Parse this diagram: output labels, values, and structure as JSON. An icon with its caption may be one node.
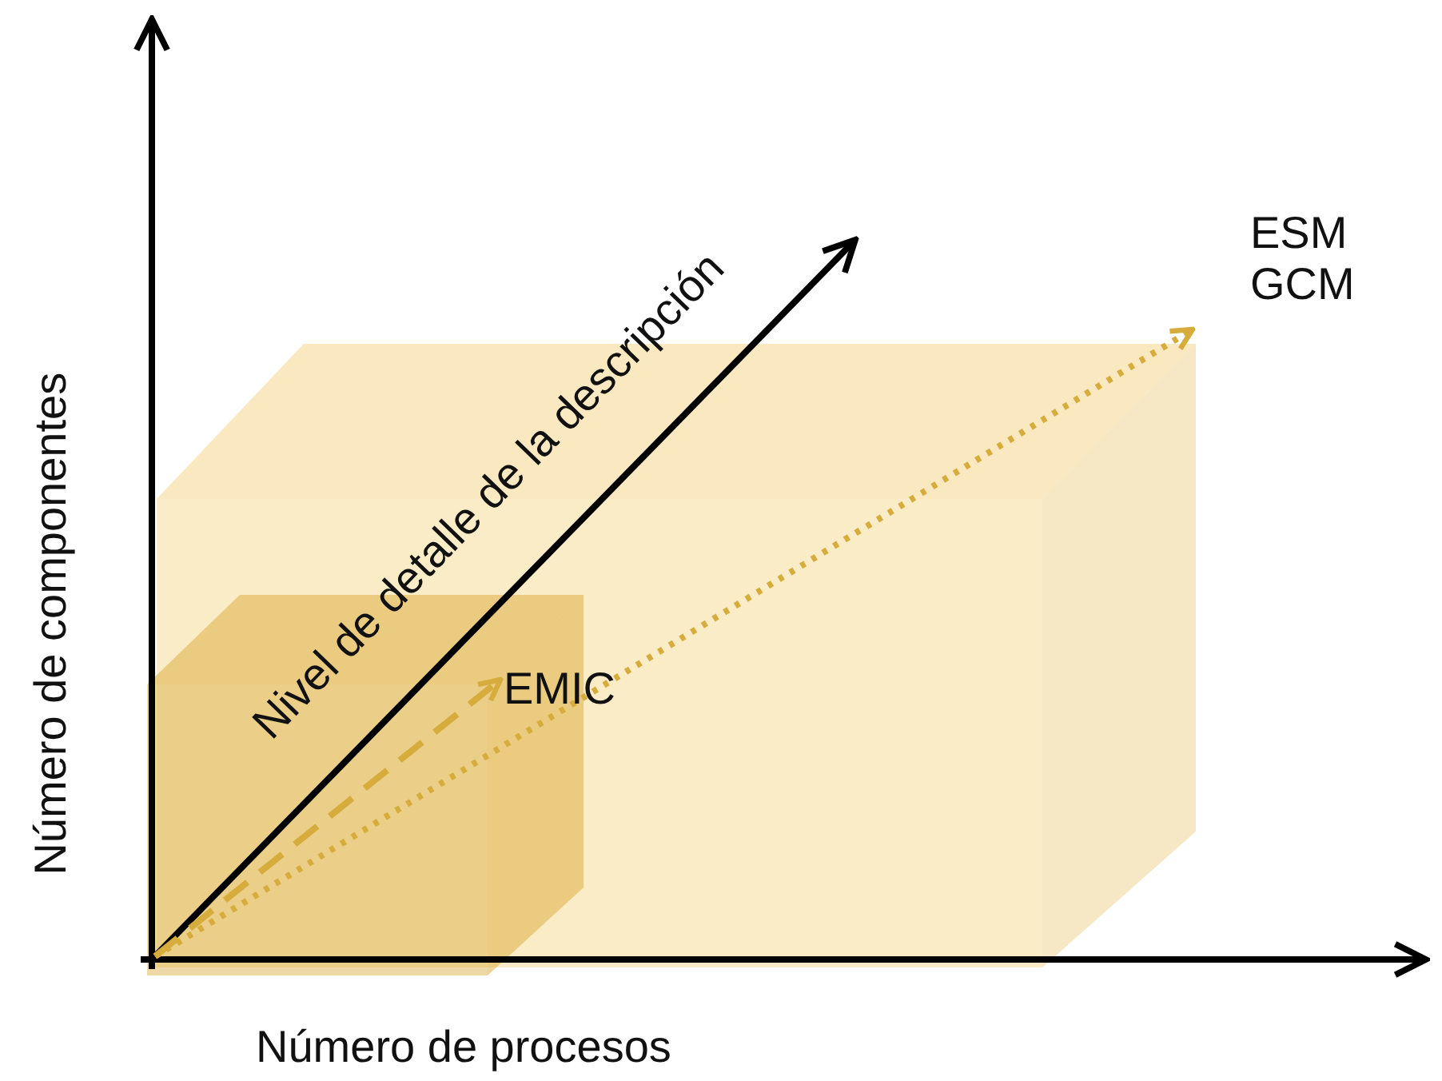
{
  "diagram": {
    "nodes": [
      {
        "text": [
          "EMIC"
        ]
      },
      {
        "text": [
          "ESM",
          "GCM"
        ]
      }
    ],
    "edges": [
      {
        "from": null,
        "to": 0,
        "arrow": "to",
        "style": "dashed",
        "color": "#d6ad3c"
      },
      {
        "from": null,
        "to": 1,
        "arrow": "to",
        "style": "dashed",
        "color": "#d6ad3c"
      }
    ],
    "labels": [
      "Nivel de detalle de la descripción",
      "Número de componentes",
      "Número de procesos"
    ]
  }
}
